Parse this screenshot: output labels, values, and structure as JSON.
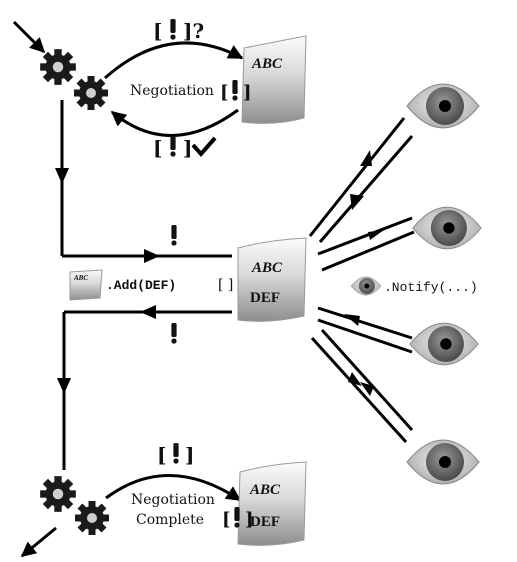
{
  "top": {
    "negotiation_label": "Negotiation",
    "request_marker": "[ ]?",
    "accept_marker": "[ ]",
    "doc_text": "ABC",
    "pending_marker": "[ ]"
  },
  "middle": {
    "doc_text_top": "ABC",
    "doc_text_bottom": "DEF",
    "pending_marker": "[ ]",
    "add_call": ".Add(DEF)",
    "add_doc_text": "ABC",
    "notify_call": ".Notify(...)"
  },
  "bottom": {
    "request_marker": "[ ]",
    "label_line1": "Negotiation",
    "label_line2": "Complete",
    "doc_text_top": "ABC",
    "doc_text_bottom": "DEF",
    "pending_marker": "[ ]"
  },
  "colors": {
    "line": "#000000",
    "gear": "#1a1a1a",
    "doc_light": "#f4f4f4",
    "doc_dark": "#8a8a8a",
    "eye_white": "#e6e6e6",
    "eye_iris": "#6e6e6e"
  },
  "icons": [
    "gear-icon",
    "document-icon",
    "eye-icon",
    "exclamation-icon",
    "checkmark-icon"
  ]
}
